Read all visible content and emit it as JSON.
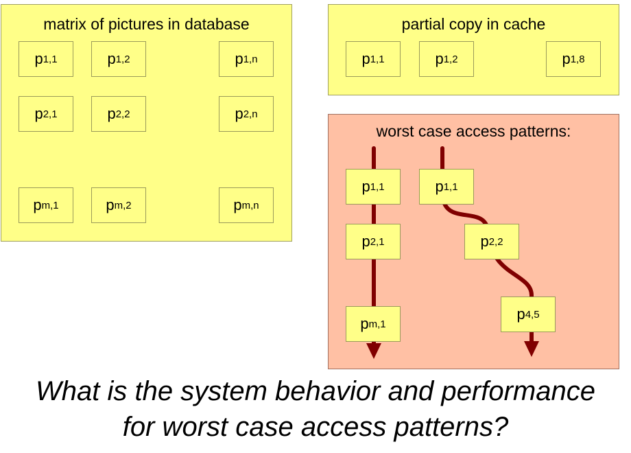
{
  "database_panel": {
    "title": "matrix of pictures in database",
    "cells": {
      "p11": {
        "base": "p",
        "sub": "1,1"
      },
      "p12": {
        "base": "p",
        "sub": "1,2"
      },
      "p1n": {
        "base": "p",
        "sub": "1,n"
      },
      "p21": {
        "base": "p",
        "sub": "2,1"
      },
      "p22": {
        "base": "p",
        "sub": "2,2"
      },
      "p2n": {
        "base": "p",
        "sub": "2,n"
      },
      "pm1": {
        "base": "p",
        "sub": "m,1"
      },
      "pm2": {
        "base": "p",
        "sub": "m,2"
      },
      "pmn": {
        "base": "p",
        "sub": "m,n"
      }
    }
  },
  "cache_panel": {
    "title": "partial copy in cache",
    "cells": {
      "p11": {
        "base": "p",
        "sub": "1,1"
      },
      "p12": {
        "base": "p",
        "sub": "1,2"
      },
      "p18": {
        "base": "p",
        "sub": "1,8"
      }
    }
  },
  "worst_case_panel": {
    "title": "worst case access patterns:",
    "column_path": {
      "p11": {
        "base": "p",
        "sub": "1,1"
      },
      "p21": {
        "base": "p",
        "sub": "2,1"
      },
      "pm1": {
        "base": "p",
        "sub": "m,1"
      }
    },
    "diagonal_path": {
      "p11": {
        "base": "p",
        "sub": "1,1"
      },
      "p22": {
        "base": "p",
        "sub": "2,2"
      },
      "p45": {
        "base": "p",
        "sub": "4,5"
      }
    },
    "arrow_color": "#800000"
  },
  "question": {
    "line1": "What is the system behavior and performance",
    "line2": "for worst case access patterns?"
  },
  "colors": {
    "yellow": "#ffff88",
    "salmon": "#ffc0a4"
  }
}
